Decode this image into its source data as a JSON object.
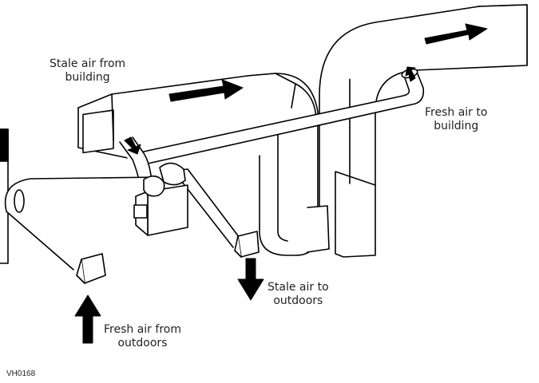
{
  "labels": {
    "stale_from_building": [
      "Stale air from",
      "building"
    ],
    "fresh_to_building": [
      "Fresh air to",
      "building"
    ],
    "stale_to_outdoors": [
      "Stale air to",
      "outdoors"
    ],
    "fresh_from_outdoors": [
      "Fresh air from",
      "outdoors"
    ]
  },
  "figure_code": "VH0168",
  "colors": {
    "line": "#000000",
    "fill": "#ffffff",
    "arrow": "#000000"
  }
}
